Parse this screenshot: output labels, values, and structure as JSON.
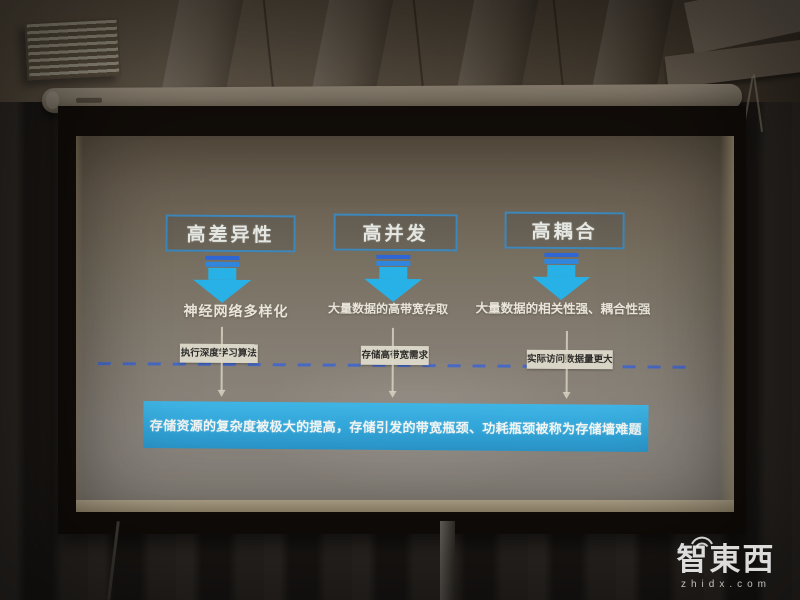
{
  "slide": {
    "columns": [
      {
        "title": "高差异性",
        "description": "神经网络多样化",
        "callout": "执行深度学习算法"
      },
      {
        "title": "高并发",
        "description": "大量数据的高带宽存取",
        "callout": "存储高带宽需求"
      },
      {
        "title": "高耦合",
        "description": "大量数据的相关性强、耦合性强",
        "callout": "实际访问数据量更大"
      }
    ],
    "conclusion": "存储资源的复杂度被极大的提高，存储引发的带宽瓶颈、功耗瓶颈被称为存储墙难题",
    "colors": {
      "arrow_cyan": "#28b1e6",
      "box_border_blue": "#3d87ba",
      "dashed_line_blue": "#4066cc",
      "conclusion_bar_cyan": "#32a6da",
      "callout_bg": "#d9d5c7",
      "slide_text": "#e9e5da"
    }
  },
  "watermark": {
    "brand": "智東西",
    "domain": "zhidx.com"
  }
}
